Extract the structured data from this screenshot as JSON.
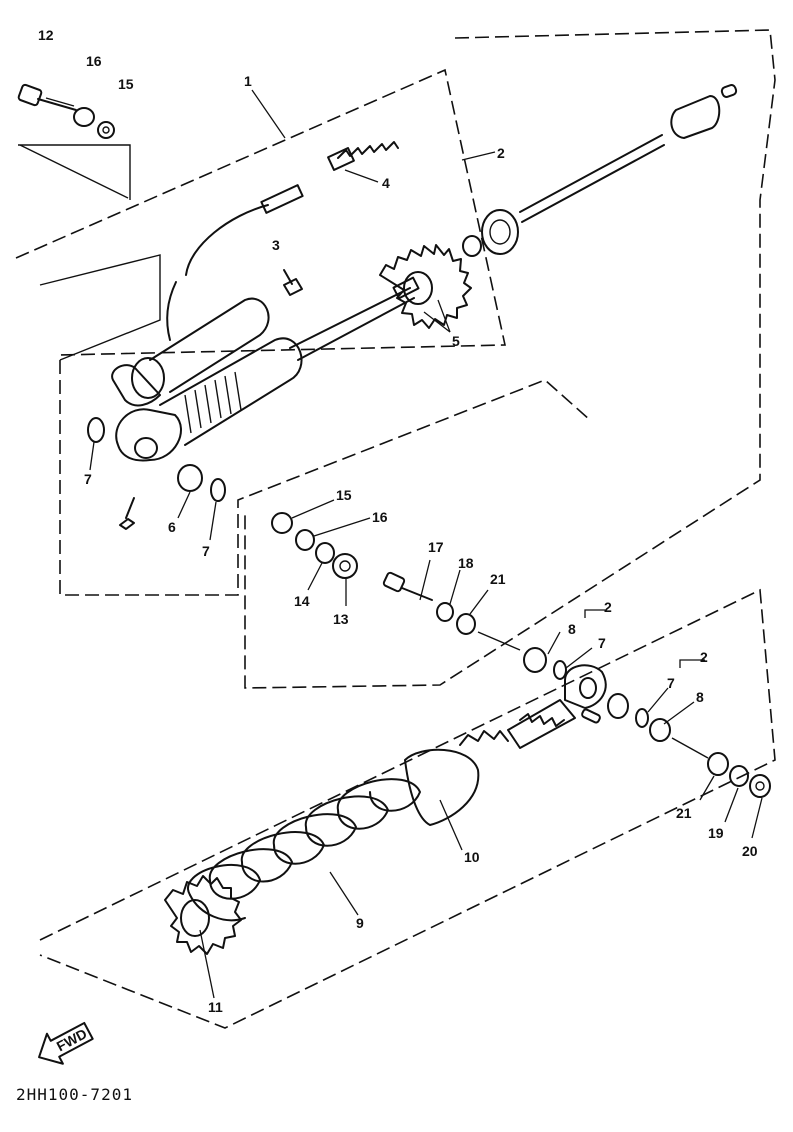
{
  "diagram": {
    "reference_code": "2HH100-7201",
    "fwd_label": "FWD",
    "callouts": {
      "c12": "12",
      "c16a": "16",
      "c15a": "15",
      "c1": "1",
      "c2a": "2",
      "c4": "4",
      "c3": "3",
      "c5": "5",
      "c7a": "7",
      "c6": "6",
      "c7b": "7",
      "c15b": "15",
      "c16b": "16",
      "c14": "14",
      "c13": "13",
      "c17": "17",
      "c18": "18",
      "c21a": "21",
      "c8a": "8",
      "c2b": "2",
      "c7c": "7",
      "c2c": "2",
      "c7d": "7",
      "c8b": "8",
      "c21b": "21",
      "c19": "19",
      "c20": "20",
      "c10": "10",
      "c9": "9",
      "c11": "11"
    }
  }
}
